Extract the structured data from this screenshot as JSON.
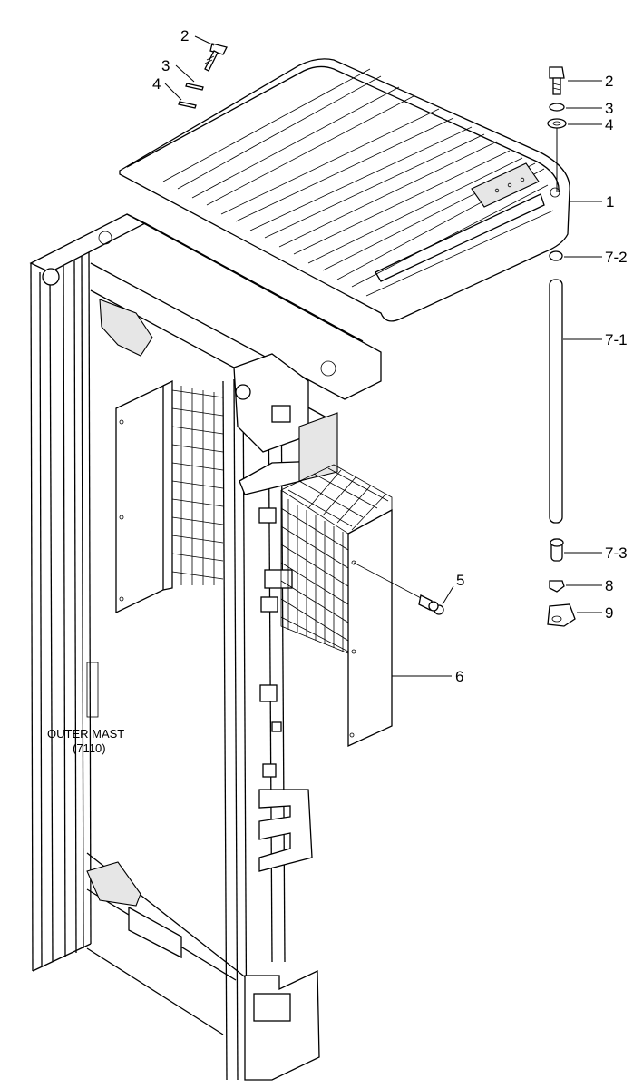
{
  "callouts": {
    "c2_top": "2",
    "c3_top": "3",
    "c4_top": "4",
    "c2_right": "2",
    "c3_right": "3",
    "c4_right": "4",
    "c1": "1",
    "c7_2": "7-2",
    "c7_1": "7-1",
    "c7_3": "7-3",
    "c8": "8",
    "c9": "9",
    "c5": "5",
    "c6": "6"
  },
  "labels": {
    "outer_mast": "OUTER MAST",
    "outer_mast_code": "(7110)"
  }
}
